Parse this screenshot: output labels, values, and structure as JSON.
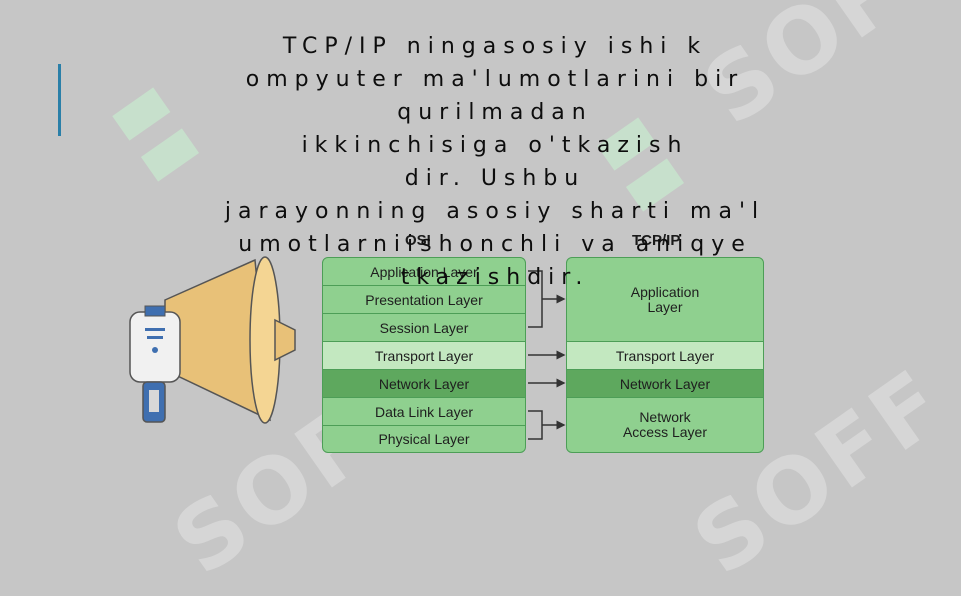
{
  "heading_text": "TCP/IP   ningasosiy     ishi k\nompyuter ma'lumotlarini  bir\nqurilmadan\nikkinchisiga          o'tkazish\ndir.         Ushbu\njarayonning    asosiy sharti  ma'l\numotlarniishonchli    va  aniqye\ntkazishdir.",
  "watermark": "SOFF",
  "osi": {
    "title": "OSI",
    "layers": [
      {
        "label": "Application Layer",
        "color": "#8fd08f"
      },
      {
        "label": "Presentation Layer",
        "color": "#8fd08f"
      },
      {
        "label": "Session Layer",
        "color": "#8fd08f"
      },
      {
        "label": "Transport Layer",
        "color": "#c3e8c0"
      },
      {
        "label": "Network Layer",
        "color": "#5ea85e"
      },
      {
        "label": "Data Link Layer",
        "color": "#8fd08f"
      },
      {
        "label": "Physical Layer",
        "color": "#8fd08f"
      }
    ]
  },
  "tcpip": {
    "title": "TCP/IP",
    "layers": [
      {
        "label": "Application\nLayer",
        "color": "#8fd08f"
      },
      {
        "label": "Transport Layer",
        "color": "#c3e8c0"
      },
      {
        "label": "Network Layer",
        "color": "#5ea85e"
      },
      {
        "label": "Network\nAccess Layer",
        "color": "#8fd08f"
      }
    ]
  },
  "colors": {
    "background": "#c6c6c6",
    "accent": "#2a7fa8",
    "border": "#4d9e57",
    "megaphone": "#e8c178"
  }
}
